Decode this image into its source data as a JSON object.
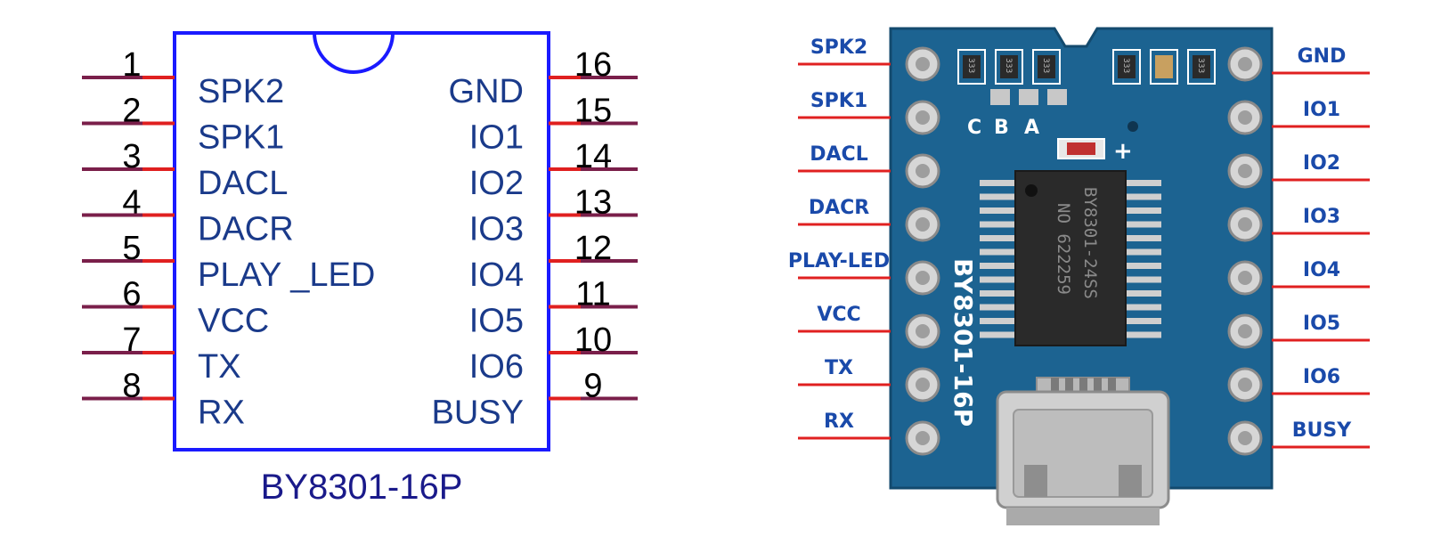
{
  "schematic": {
    "part_name": "BY8301-16P",
    "notch": "semicircle",
    "colors": {
      "body": "#1a1aff",
      "pin_lead": "#7a1f4a",
      "pin_tip": "#e02020",
      "label": "#1a3a8a",
      "number": "#000000"
    },
    "left_pins": [
      {
        "num": "1",
        "name": "SPK2"
      },
      {
        "num": "2",
        "name": "SPK1"
      },
      {
        "num": "3",
        "name": "DACL"
      },
      {
        "num": "4",
        "name": "DACR"
      },
      {
        "num": "5",
        "name": "PLAY _LED"
      },
      {
        "num": "6",
        "name": "VCC"
      },
      {
        "num": "7",
        "name": "TX"
      },
      {
        "num": "8",
        "name": "RX"
      }
    ],
    "right_pins": [
      {
        "num": "16",
        "name": "GND"
      },
      {
        "num": "15",
        "name": "IO1"
      },
      {
        "num": "14",
        "name": "IO2"
      },
      {
        "num": "13",
        "name": "IO3"
      },
      {
        "num": "12",
        "name": "IO4"
      },
      {
        "num": "11",
        "name": "IO5"
      },
      {
        "num": "10",
        "name": "IO6"
      },
      {
        "num": "9",
        "name": "BUSY"
      }
    ]
  },
  "board_photo": {
    "colors": {
      "pcb": "#1a5f8a",
      "pcb_edge": "#134a6e",
      "silkscreen": "#ffffff",
      "pad": "#c8c8c8",
      "chip": "#2a2a2a",
      "callout_line": "#e02020",
      "callout_text": "#1a4aaa"
    },
    "left_labels": [
      "SPK2",
      "SPK1",
      "DACL",
      "DACR",
      "PLAY-LED",
      "VCC",
      "TX",
      "RX"
    ],
    "right_labels": [
      "GND",
      "IO1",
      "IO2",
      "IO3",
      "IO4",
      "IO5",
      "IO6",
      "BUSY"
    ],
    "silk_board_name": "BY8301-16P",
    "chip_line1": "BY8301-24SS",
    "chip_line2": "NO 622259",
    "jumper_labels": [
      "C",
      "B",
      "A"
    ],
    "led_symbol": "+",
    "resistor_codes": [
      "333",
      "333",
      "333",
      "333",
      "333"
    ],
    "connector_icon": "micro-usb-connector-icon"
  }
}
